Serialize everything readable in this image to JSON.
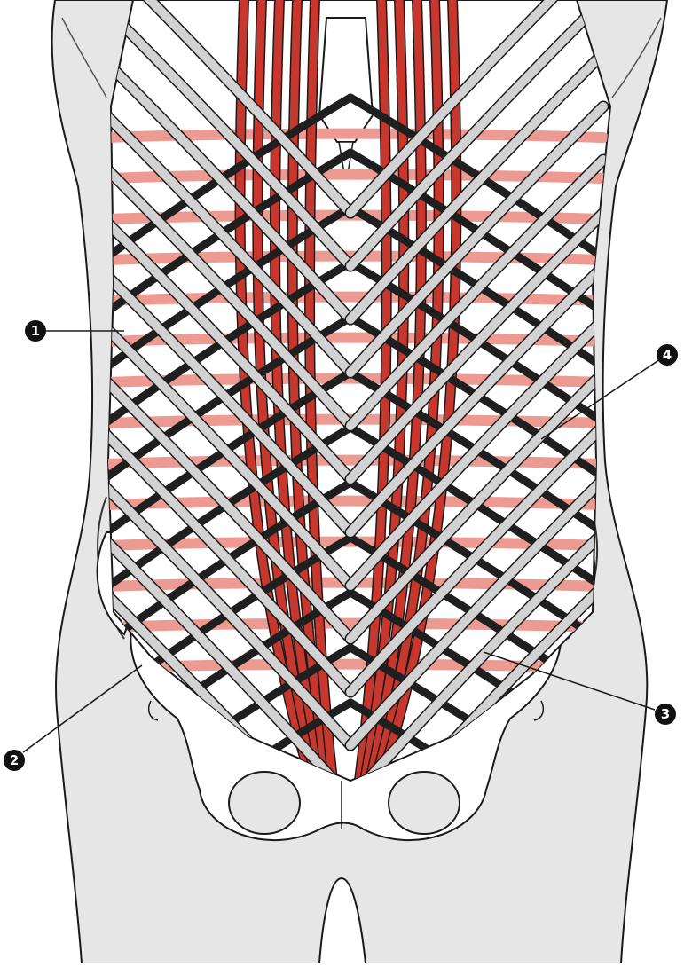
{
  "figure": {
    "callouts": [
      {
        "id": "1"
      },
      {
        "id": "2"
      },
      {
        "id": "3"
      },
      {
        "id": "4"
      }
    ],
    "colors": {
      "background": "#ffffff",
      "skin": "#e6e6e6",
      "bone": "#ffffff",
      "outline": "#1a1a1a",
      "rectus_red": "#c8372d",
      "transverse_pink": "#ec9a92",
      "internal_oblique": "#1f1f1f",
      "external_oblique": "#d2d2d2",
      "callout_fill": "#111111"
    }
  }
}
